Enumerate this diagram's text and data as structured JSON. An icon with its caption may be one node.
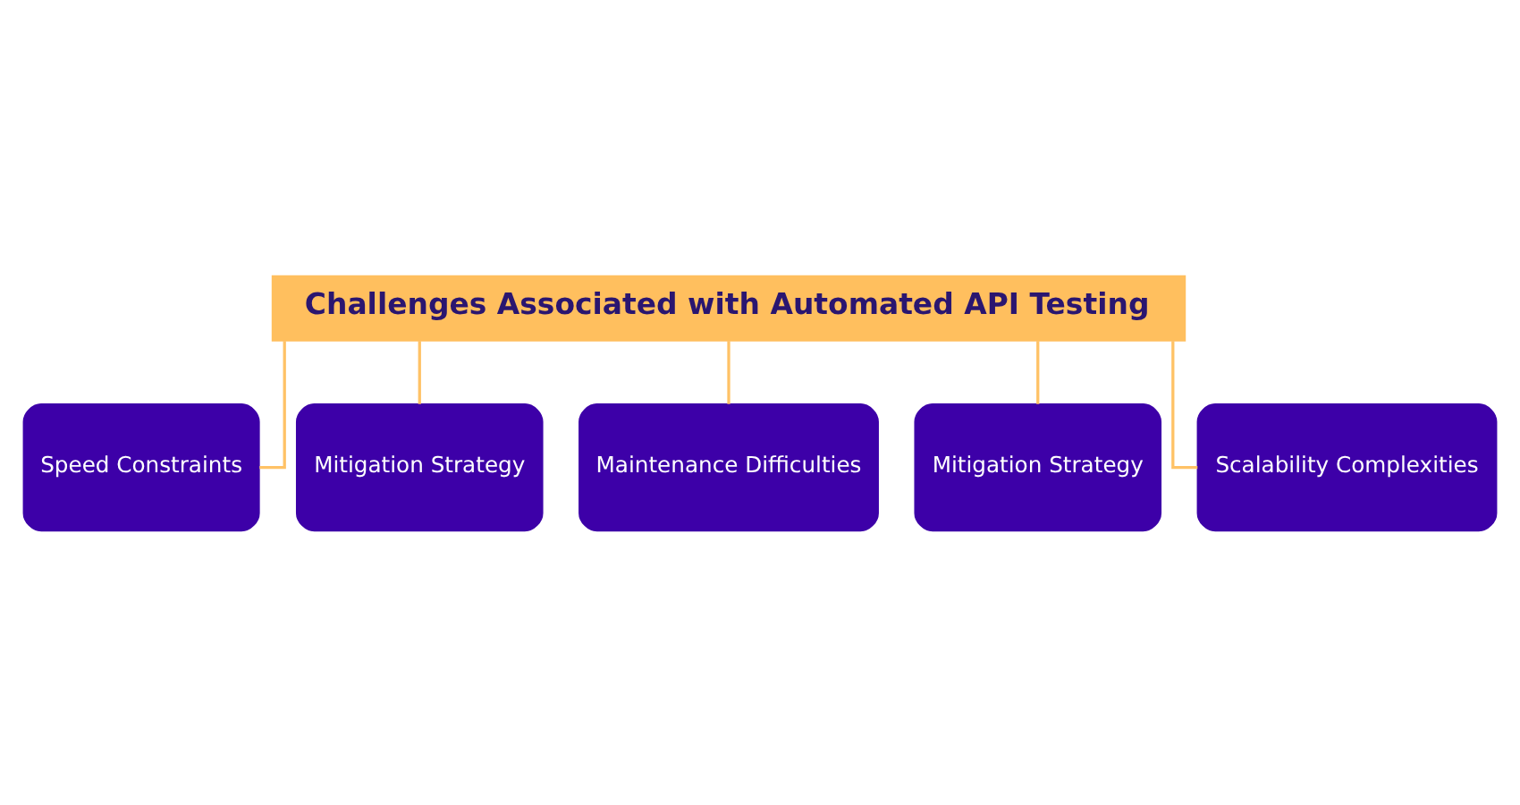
{
  "diagram": {
    "nodes": [
      {
        "text": [
          "Challenges Associated with Automated API Testing"
        ]
      },
      {
        "text": [
          "Speed Constraints"
        ]
      },
      {
        "text": [
          "Mitigation Strategy"
        ]
      },
      {
        "text": [
          "Maintenance Difficulties"
        ]
      },
      {
        "text": [
          "Mitigation Strategy"
        ]
      },
      {
        "text": [
          "Scalability Complexities"
        ]
      }
    ],
    "edges": [
      {
        "from": 0,
        "to": 1,
        "arrow": "none",
        "color": "#ffc266"
      },
      {
        "from": 0,
        "to": 2,
        "arrow": "none",
        "color": "#ffc266"
      },
      {
        "from": 0,
        "to": 3,
        "arrow": "none",
        "color": "#ffc266"
      },
      {
        "from": 0,
        "to": 4,
        "arrow": "none",
        "color": "#ffc266"
      },
      {
        "from": 0,
        "to": 5,
        "arrow": "none",
        "color": "#ffc266"
      }
    ]
  }
}
